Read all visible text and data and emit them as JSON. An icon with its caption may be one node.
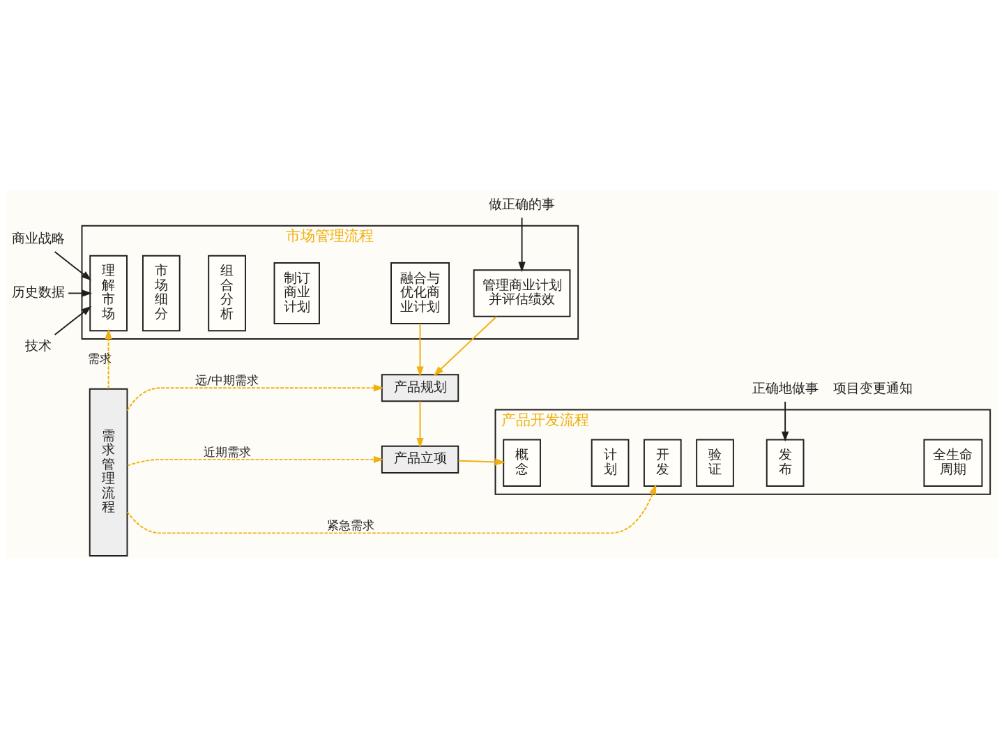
{
  "diagram": {
    "nodes": [
      {
        "text": [
          "商业战略"
        ]
      },
      {
        "text": [
          "历史数据"
        ]
      },
      {
        "text": [
          "技术"
        ]
      },
      {
        "text": [
          "市场管理流程"
        ]
      },
      {
        "text": [
          "理解市场"
        ],
        "in": 3
      },
      {
        "text": [
          "市场细分"
        ],
        "in": 3
      },
      {
        "text": [
          "组合分析"
        ],
        "in": 3
      },
      {
        "text": [
          "制订商业计划"
        ],
        "in": 3
      },
      {
        "text": [
          "融合与优化商业计划"
        ],
        "in": 3
      },
      {
        "text": [
          "管理商业计划并评估绩效"
        ],
        "in": 3
      },
      {
        "text": [
          "做正确的事"
        ]
      },
      {
        "text": [
          "需求管理流程"
        ]
      },
      {
        "text": [
          "产品规划"
        ]
      },
      {
        "text": [
          "产品立项"
        ]
      },
      {
        "text": [
          "正确地做事"
        ]
      },
      {
        "text": [
          "产品开发流程"
        ]
      },
      {
        "text": [
          "概念"
        ],
        "in": 15
      },
      {
        "text": [
          "计划"
        ],
        "in": 15
      },
      {
        "text": [
          "开发"
        ],
        "in": 15
      },
      {
        "text": [
          "验证"
        ],
        "in": 15
      },
      {
        "text": [
          "发布"
        ],
        "in": 15
      },
      {
        "text": [
          "全生命周期"
        ],
        "in": 15
      }
    ],
    "edges": [
      {
        "from": 0,
        "to": 4,
        "arrow": "to",
        "color": "#231f20"
      },
      {
        "from": 1,
        "to": 4,
        "arrow": "to",
        "color": "#231f20"
      },
      {
        "from": 2,
        "to": 4,
        "arrow": "to",
        "color": "#231f20"
      },
      {
        "from": 10,
        "to": 9,
        "arrow": "to",
        "color": "#231f20"
      },
      {
        "from": 11,
        "to": 4,
        "arrow": "to",
        "label": "需求",
        "style": "dashed"
      },
      {
        "from": 8,
        "to": 12,
        "arrow": "to"
      },
      {
        "from": 9,
        "to": 12,
        "arrow": "to"
      },
      {
        "from": 11,
        "to": 12,
        "arrow": "to",
        "label": "远/中期需求",
        "style": "dashed"
      },
      {
        "from": 12,
        "to": 13,
        "arrow": "to"
      },
      {
        "from": 11,
        "to": 13,
        "arrow": "to",
        "label": "近期需求",
        "style": "dashed"
      },
      {
        "from": 13,
        "to": 16,
        "arrow": "to"
      },
      {
        "from": 14,
        "to": 20,
        "arrow": "to",
        "color": "#231f20"
      },
      {
        "from": 11,
        "to": 18,
        "arrow": "to",
        "label": "紧急需求",
        "style": "dashed"
      }
    ],
    "labels": [
      "项目变更通知"
    ]
  }
}
